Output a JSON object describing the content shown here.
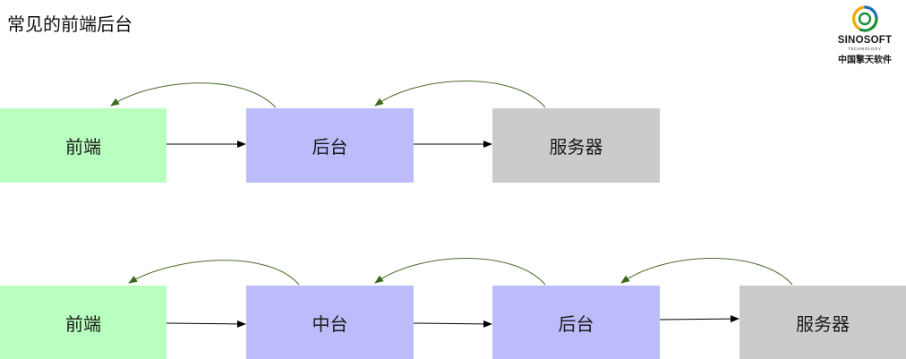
{
  "slide": {
    "title": "常见的前端后台"
  },
  "logo": {
    "brand": "SINOSOFT",
    "tagline": "TECHNOLOGY",
    "cn_name": "中国擎天软件",
    "colors": [
      "#1f8f3a",
      "#1c6fb5",
      "#f2a900"
    ]
  },
  "diagram_top": {
    "nodes": [
      "前端",
      "后台",
      "服务器"
    ]
  },
  "diagram_bottom": {
    "nodes": [
      "前端",
      "中台",
      "后台",
      "服务器"
    ]
  },
  "colors": {
    "frontend": "#b9ffbf",
    "middle_back": "#bcbcfb",
    "server": "#cbcbcb",
    "return_arrow": "#4a6b2a",
    "forward_arrow": "#000000"
  }
}
